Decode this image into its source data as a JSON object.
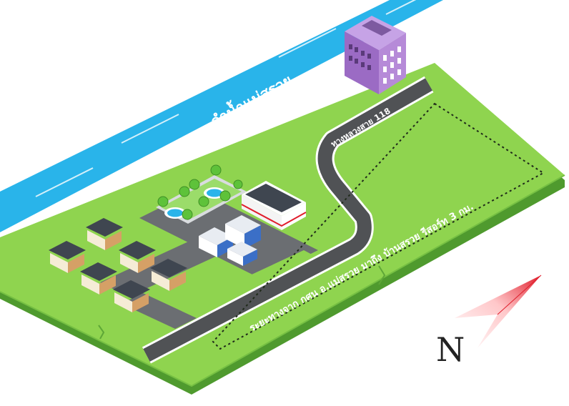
{
  "labels": {
    "river": "ลำน้ำแม่สรวย",
    "highway": "ทางหลวงสาย 118",
    "distance": "ระยะทางจาก กศน อ.แม่สรวย มาถึง บ้านสรวย รีสอร์ท 3 กม.",
    "north": "N"
  },
  "icons": {
    "compass": "north-arrow-icon",
    "building": "apartment-building-icon",
    "house": "house-icon",
    "tree": "tree-icon",
    "fountain": "fountain-icon"
  },
  "colors": {
    "grass": "#8fd44f",
    "grass_edge": "#4f9a2e",
    "river": "#29b4ea",
    "road": "#505255",
    "road_border": "#ffffff",
    "building": "#b68ad8",
    "roof": "#3f4650",
    "compass_red": "#e01e2c"
  }
}
